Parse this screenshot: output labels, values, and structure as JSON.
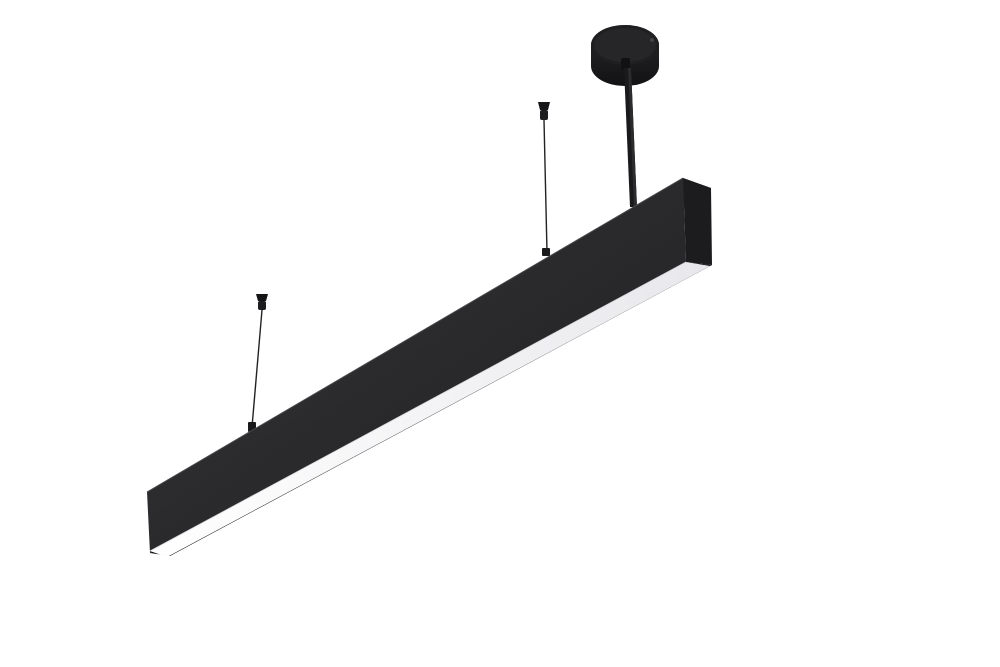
{
  "scene": {
    "subject": "linear-pendant-light",
    "background_color": "#ffffff",
    "colors": {
      "housing_dark": "#232325",
      "housing_mid": "#2b2b2d",
      "housing_light": "#38383b",
      "diffuser": "#f4f4f6",
      "cable": "#1d1d1f",
      "canopy": "#1b1b1d"
    },
    "parts": [
      "ceiling-canopy",
      "rigid-stem",
      "suspension-cable-left",
      "suspension-cable-right",
      "linear-housing",
      "led-diffuser"
    ]
  }
}
